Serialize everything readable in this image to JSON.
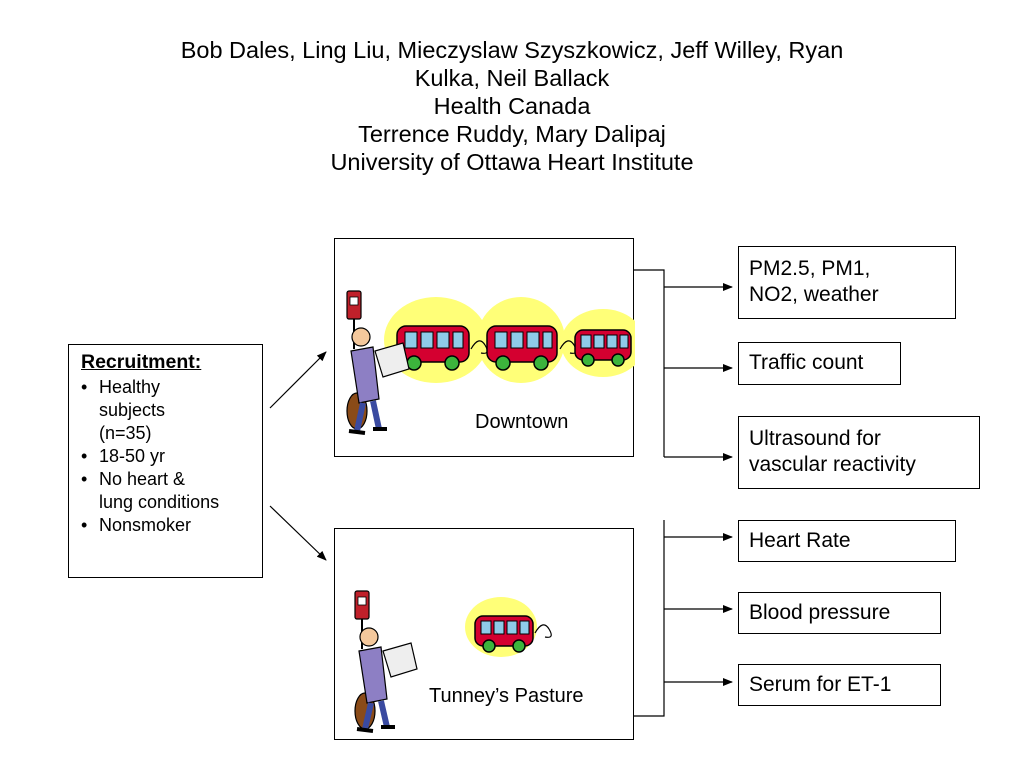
{
  "header": {
    "lines": [
      "Bob Dales, Ling Liu, Mieczyslaw Szyszkowicz, Jeff Willey, Ryan",
      "Kulka, Neil Ballack",
      "Health Canada",
      "Terrence Ruddy, Mary Dalipaj",
      "University of Ottawa Heart Institute"
    ]
  },
  "recruitment": {
    "heading": "Recruitment:",
    "items": [
      [
        "Healthy",
        "subjects",
        "(n=35)"
      ],
      [
        "18-50 yr"
      ],
      [
        "No heart &",
        "lung conditions"
      ],
      [
        "Nonsmoker"
      ]
    ]
  },
  "sites": {
    "downtown": {
      "label": "Downtown"
    },
    "tunney": {
      "label": "Tunney’s Pasture"
    }
  },
  "outcomes": [
    [
      "PM2.5, PM1,",
      "NO2, weather"
    ],
    [
      "Traffic count"
    ],
    [
      "Ultrasound for",
      "vascular reactivity"
    ],
    [
      "Heart Rate"
    ],
    [
      "Blood pressure"
    ],
    [
      "Serum for ET-1"
    ]
  ],
  "colors": {
    "bus_red": "#d40030",
    "bus_window": "#8fcbe8",
    "wheel_green": "#3cb43c",
    "exhaust_yellow": "#ffff78",
    "coat_purple": "#8d7fc4",
    "bag_brown": "#8a4b18",
    "sign_red": "#c0202a"
  }
}
